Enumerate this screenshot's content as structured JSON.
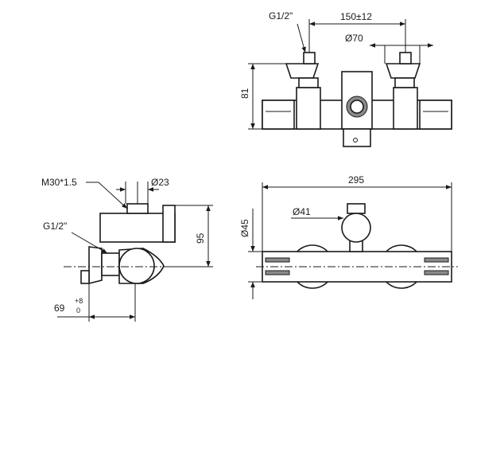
{
  "labels": {
    "top_thread": "G1/2\"",
    "top_spacing": "150±12",
    "top_diameter": "Ø70",
    "top_height": "81",
    "front_width": "295",
    "front_knob": "Ø41",
    "front_height": "Ø45",
    "side_thread_big": "M30*1.5",
    "side_diameter": "Ø23",
    "side_thread": "G1/2\"",
    "side_height": "95",
    "side_depth": "69",
    "tol_upper": "+8",
    "tol_lower": "0"
  }
}
